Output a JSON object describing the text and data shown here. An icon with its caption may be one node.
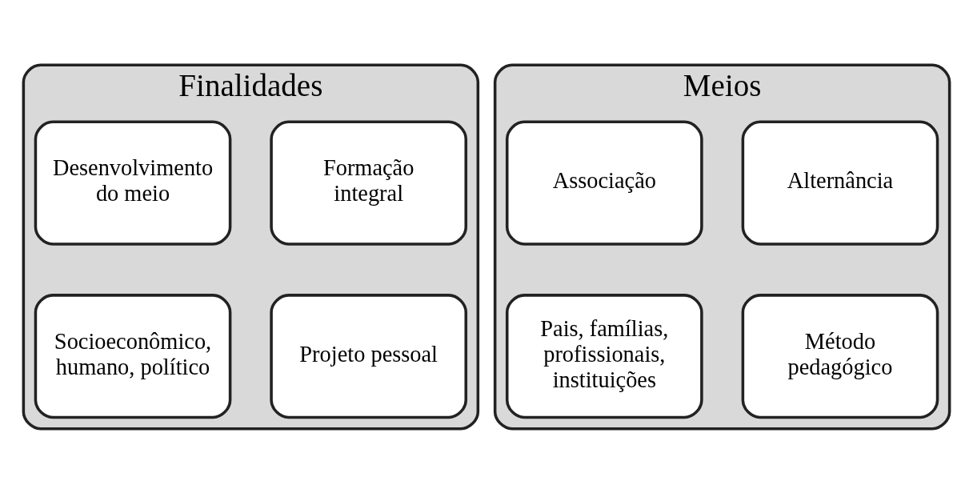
{
  "diagram": {
    "nodes": [
      {
        "text": [
          "Finalidades"
        ]
      },
      {
        "text": [
          "Formação integral"
        ],
        "in": 0
      },
      {
        "text": [
          "Desenvolvimento do meio"
        ],
        "in": 0
      },
      {
        "text": [
          "Projeto pessoal"
        ],
        "in": 0
      },
      {
        "text": [
          "Socioeconômico, humano, político"
        ],
        "in": 0
      },
      {
        "text": [
          "Meios"
        ]
      },
      {
        "text": [
          "Alternância"
        ],
        "in": 5
      },
      {
        "text": [
          "Associação"
        ],
        "in": 5
      },
      {
        "text": [
          "Método pedagógico"
        ],
        "in": 5
      },
      {
        "text": [
          "Pais, famílias, profissionais, instituições"
        ],
        "in": 5
      }
    ],
    "edges": []
  }
}
